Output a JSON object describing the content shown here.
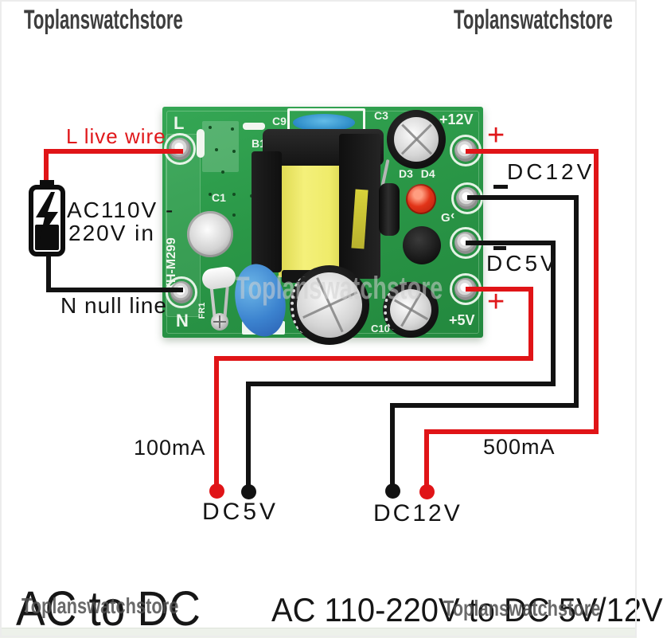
{
  "header": {
    "left_brand": "Toplanswatchstore",
    "right_brand": "Toplanswatchstore"
  },
  "annotations": {
    "live_wire": "L live wire",
    "input_line1": "AC110V -",
    "input_line2": "220V in",
    "null_line": "N null line",
    "plus": "+",
    "dc12v_label": "DC12V",
    "dc5v_label": "DC5V",
    "current_5v": "100mA",
    "current_12v": "500mA",
    "out_dc5v": "DC5V",
    "out_dc12v": "DC12V"
  },
  "pcb": {
    "silkscreen": {
      "l": "L",
      "n": "N",
      "model": "XH-M299",
      "c1": "C1",
      "c9": "C9",
      "b1": "B1",
      "c3": "C3",
      "d3d4": "D3 D4",
      "g": "G",
      "g_bracket": "‹",
      "p12": "+12V",
      "p5": "+5V",
      "fr1": "FR1",
      "c10": "C10"
    }
  },
  "footer": {
    "title": "AC to DC",
    "subtitle": "AC 110-220V to DC 5V/12V"
  },
  "watermarks": {
    "center": "Toplanswatchstore",
    "bottom_left": "Toplanswatchstore",
    "bottom_right": "Toplanswatchstore"
  },
  "colors": {
    "accent_red": "#e0181b",
    "wire_black": "#121212",
    "pcb_green": "#2a9747",
    "brand_gray": "#3e3e3e"
  }
}
